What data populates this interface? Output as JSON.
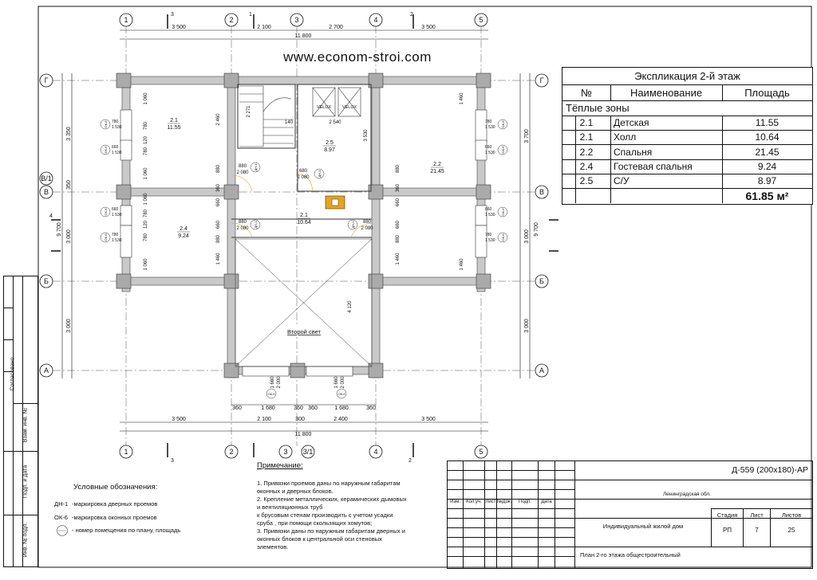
{
  "watermark": "www.econom-stroi.com",
  "axes": {
    "top_numbers": [
      "1",
      "2",
      "3",
      "4",
      "5"
    ],
    "bottom_numbers": [
      "1",
      "2",
      "3",
      "3/1",
      "4",
      "5"
    ],
    "left_letters": [
      "Г",
      "В/1",
      "В",
      "Б",
      "А"
    ],
    "right_letters": [
      "Г",
      "В",
      "Б",
      "А"
    ],
    "section_marks": [
      "3",
      "1",
      "2",
      "4",
      "3",
      "2"
    ]
  },
  "dimensions": {
    "top_segments": [
      "3 500",
      "2 100",
      "2 700",
      "3 500"
    ],
    "top_total": "11 800",
    "bottom_segments": [
      "3 500",
      "2 100",
      "300",
      "2 400",
      "3 500"
    ],
    "bottom_total": "11 800",
    "left_vertical": [
      "3 350",
      "350",
      "3 000",
      "3 000"
    ],
    "left_total": "9 700",
    "right_vertical": [
      "3 700",
      "3 000",
      "3 000"
    ],
    "right_total": "9 700",
    "window_bottom": [
      "360",
      "1 680",
      "360",
      "360",
      "1 680",
      "360"
    ],
    "inner": [
      "1 060",
      "780",
      "120",
      "780",
      "1 060",
      "1 060",
      "780",
      "120",
      "780",
      "1 060",
      "2 460",
      "2 271",
      "140",
      "2 540",
      "3 530",
      "880",
      "360",
      "660",
      "680",
      "2 080",
      "880",
      "2 080",
      "1 460",
      "1 460",
      "4 120",
      "880",
      "2 080",
      "880",
      "2 080",
      "880",
      "360",
      "660",
      "1 460",
      "1 460",
      "1 660",
      "2 000",
      "1 660",
      "2 000",
      "660",
      "880",
      "660",
      "880"
    ]
  },
  "rooms": [
    {
      "num": "2.1",
      "area": "11.55"
    },
    {
      "num": "2.5",
      "area": "8.97"
    },
    {
      "num": "2.2",
      "area": "21.45"
    },
    {
      "num": "2.1",
      "area": "10.64"
    },
    {
      "num": "2.4",
      "area": "9.24"
    }
  ],
  "labels": {
    "second_light": "Второй свет",
    "velux1": "VELUX",
    "velux2": "VELUX",
    "window_tags": [
      "ОК-6",
      "ОК-6",
      "ОК-6",
      "ОК-6",
      "ОК-6",
      "ОК-6",
      "ОК-6",
      "ОК-6",
      "ОК-9",
      "ОК-9"
    ],
    "window_dims": [
      "780",
      "1 530",
      "660",
      "1 530"
    ],
    "door_tags": [
      "ДН-1",
      "ДН-1",
      "ДН-1",
      "ДН-1"
    ]
  },
  "explication": {
    "title": "Экспликация 2-й этаж",
    "headers": [
      "№",
      "Наименование",
      "Площадь"
    ],
    "section": "Тёплые зоны",
    "rows": [
      {
        "num": "2.1",
        "name": "Детская",
        "area": "11.55"
      },
      {
        "num": "2.1",
        "name": "Холл",
        "area": "10.64"
      },
      {
        "num": "2.2",
        "name": "Спальня",
        "area": "21.45"
      },
      {
        "num": "2.4",
        "name": "Гостевая спальня",
        "area": "9.24"
      },
      {
        "num": "2.5",
        "name": "С/У",
        "area": "8.97"
      }
    ],
    "total": "61.85 м²"
  },
  "legend": {
    "title": "Условные обозначения:",
    "items": [
      {
        "sym": "ДН-1",
        "text": "-маркировка дверных проемов"
      },
      {
        "sym": "ОК-6",
        "text": "-маркировка оконных проемов"
      },
      {
        "sym": "",
        "text": "- номер помещения по плану, площадь"
      }
    ]
  },
  "notes": {
    "title": "Примечание:",
    "lines": [
      "1.  Привязки проемов даны по наружным габаритам",
      "     оконных и дверных блоков.",
      "2.  Крепление металлических, керамических дымовых",
      "     и вентиляционных труб",
      "     к брусовым стенам производить с учетом усадки",
      "     сруба , при помощи скользящих хомутов;",
      "3.  Привязки даны по наружным габаритам дверных и",
      "     оконных блоков к центральной оси стеновых",
      "     элементов."
    ]
  },
  "stamp": {
    "code": "Д-559 (200х180)-АР",
    "region": "Ленинградская обл.",
    "columns": [
      "Изм.",
      "Кол.уч.",
      "Лист",
      "№Док.",
      "Подп.",
      "Дата"
    ],
    "object": "Индивидуальный жилой дом",
    "stage_label": "Стадия",
    "sheet_label": "Лист",
    "sheets_label": "Листов",
    "stage": "РП",
    "sheet": "7",
    "sheets": "25",
    "title": "План 2-го этажа общестроительный"
  },
  "sidebar": {
    "agreed": "Согласовано",
    "inv_vzam": "Взам. инв. №",
    "sign_date": "Подп. и дата",
    "inv_orig": "Инв. № подл."
  }
}
